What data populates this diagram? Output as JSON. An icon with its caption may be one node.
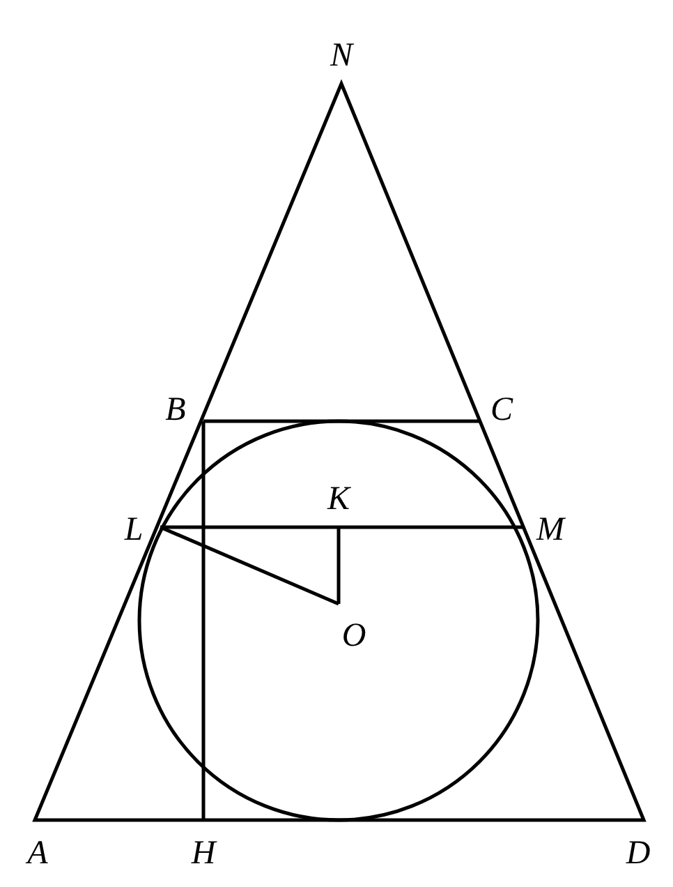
{
  "diagram": {
    "labels": [
      "N",
      "B",
      "C",
      "L",
      "K",
      "M",
      "O",
      "A",
      "H",
      "D"
    ]
  }
}
